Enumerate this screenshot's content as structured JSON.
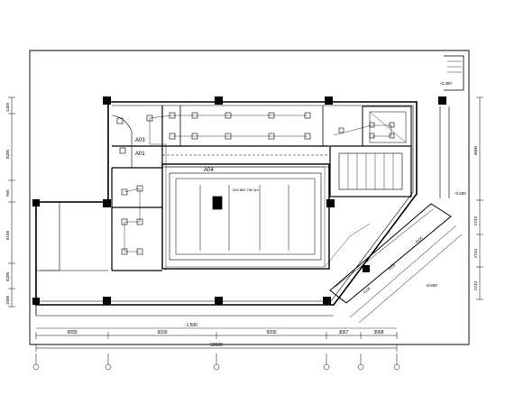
{
  "drawing": {
    "column_spacing_labels": [
      "6000",
      "9200",
      "9200",
      "3067",
      "3068"
    ],
    "overall_width_label": "33600",
    "row_spacing_labels_left": [
      "1450",
      "8200",
      "950",
      "8100",
      "8200",
      "1500"
    ],
    "row_spacing_labels_right": [
      "8000",
      "2733",
      "2734",
      "2733"
    ],
    "room_tags": [
      "A03",
      "A01",
      "A04"
    ],
    "level_markers": [
      "-0.300",
      "-0.600",
      "-0.600",
      "-1.500"
    ],
    "diagonal_dims": [
      "4106",
      "4106",
      "4106"
    ],
    "center_note": "300 800 750 Ilm"
  }
}
